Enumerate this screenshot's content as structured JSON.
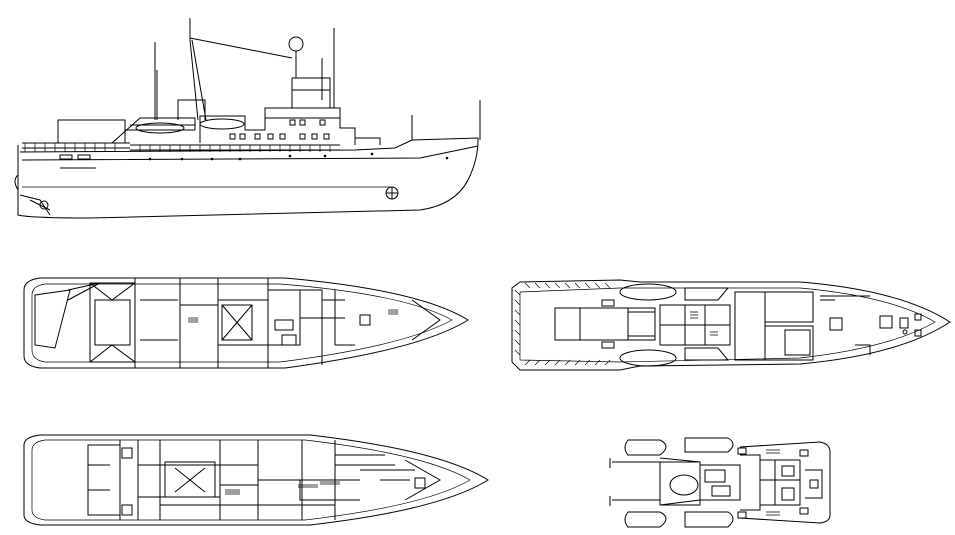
{
  "drawing": {
    "views": [
      {
        "id": "profile",
        "label": ""
      },
      {
        "id": "upper-deck-plan",
        "label": ""
      },
      {
        "id": "main-deck-plan",
        "label": ""
      },
      {
        "id": "lower-deck-plan",
        "label": ""
      },
      {
        "id": "top-deck-plan",
        "label": ""
      }
    ],
    "colors": {
      "line": "#000000",
      "background": "#ffffff"
    }
  }
}
